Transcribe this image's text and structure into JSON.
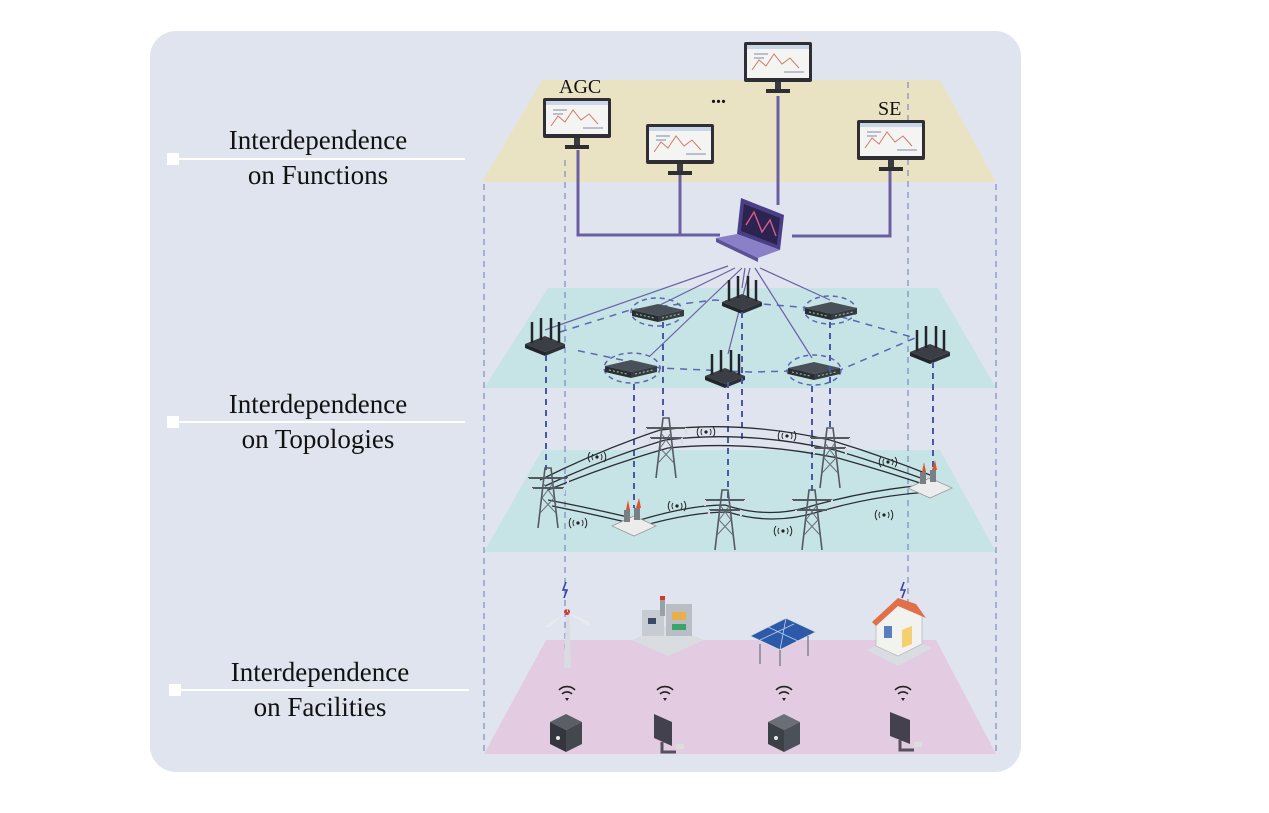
{
  "layers": [
    {
      "line1": "Interdependence",
      "line2": "on Functions"
    },
    {
      "line1": "Interdependence",
      "line2": "on Topologies"
    },
    {
      "line1": "Interdependence",
      "line2": "on Facilities"
    }
  ],
  "function_tags": {
    "agc": "AGC",
    "se": "SE",
    "ellipsis": "..."
  },
  "colors": {
    "panel": "#e0e4ee",
    "function_plane": "#e9e3c4",
    "network_plane": "#c6e3e6",
    "facility_plane": "#e3cbe2",
    "link": "#6b5fa3",
    "dashed_link": "#5d66b0"
  }
}
